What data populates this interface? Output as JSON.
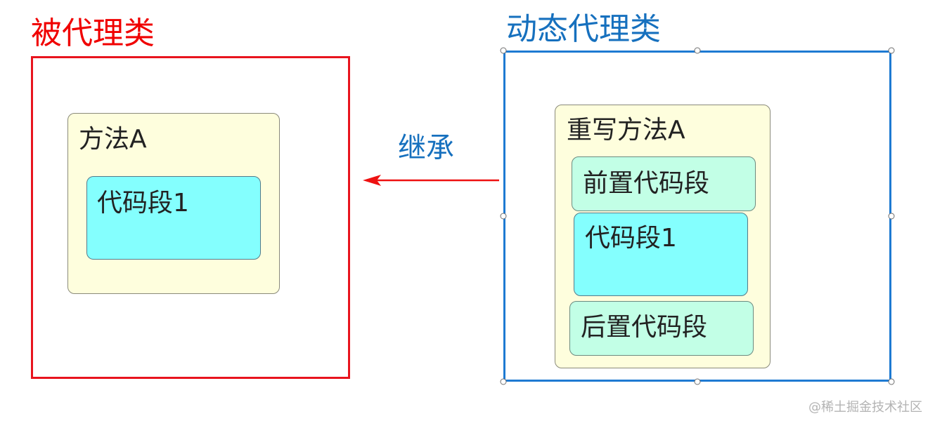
{
  "proxied_class": {
    "title": "被代理类",
    "method": {
      "label": "方法A",
      "code": "代码段1"
    }
  },
  "dynamic_proxy_class": {
    "title": "动态代理类",
    "method": {
      "label": "重写方法A",
      "pre_code": "前置代码段",
      "code": "代码段1",
      "post_code": "后置代码段"
    }
  },
  "relation": {
    "label": "继承"
  },
  "watermark": "@稀土掘金技术社区",
  "colors": {
    "proxied_class": "#f00000",
    "dynamic_proxy_class": "#1670be",
    "method_fill": "#fefedd",
    "code_fill": "#84fffe",
    "extra_code_fill": "#c2ffe6",
    "arrow": "#ee1111"
  }
}
